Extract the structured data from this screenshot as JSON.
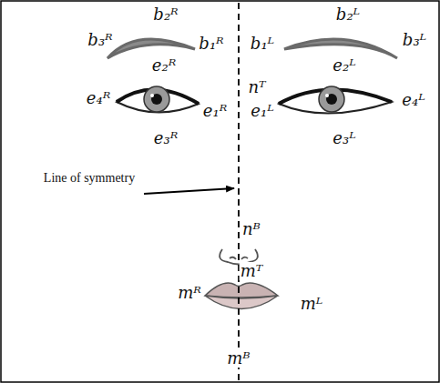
{
  "diagram": {
    "labels": [
      "b₂ᴿ",
      "b₂ᴸ",
      "b₃ᴿ",
      "b₁ᴿ",
      "b₁ᴸ",
      "b₃ᴸ",
      "e₂ᴿ",
      "e₂ᴸ",
      "nᵀ",
      "e₄ᴿ",
      "e₁ᴿ",
      "e₁ᴸ",
      "e₄ᴸ",
      "e₃ᴿ",
      "e₃ᴸ",
      "Line of symmetry",
      "nᴮ",
      "mᵀ",
      "mᴿ",
      "mᴸ",
      "mᴮ"
    ]
  }
}
